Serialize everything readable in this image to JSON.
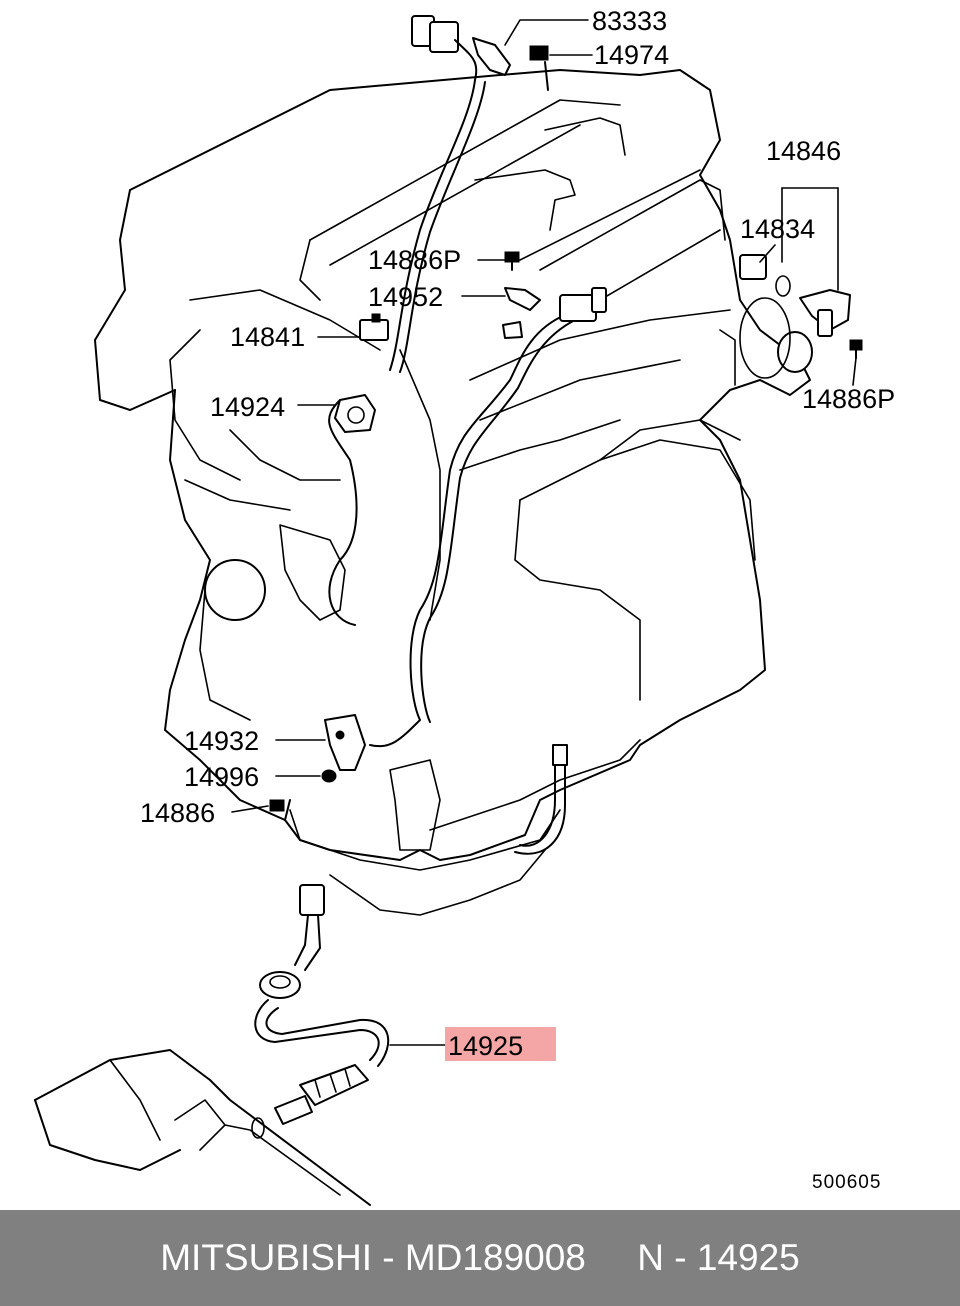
{
  "labels": {
    "l83333": "83333",
    "l14974": "14974",
    "l14846": "14846",
    "l14834": "14834",
    "l14886P_top": "14886P",
    "l14952": "14952",
    "l14841": "14841",
    "l14924": "14924",
    "l14886P_right": "14886P",
    "l14932": "14932",
    "l14996": "14996",
    "l14886": "14886",
    "l14925": "14925"
  },
  "diagram_code": "500605",
  "highlight_color": "#f4a6a6",
  "footer": {
    "text": "MITSUBISHI - MD189008     N - 14925",
    "background": "#808080",
    "color": "#ffffff"
  }
}
